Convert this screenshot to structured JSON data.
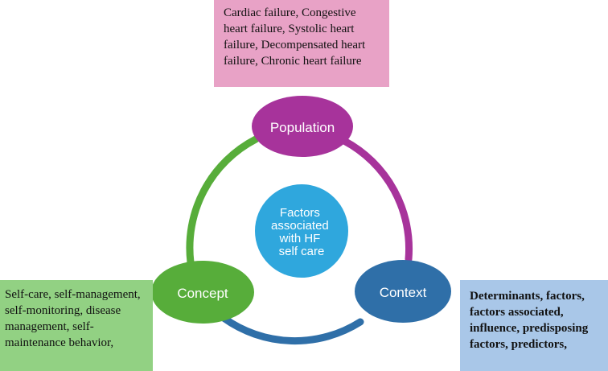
{
  "boxes": {
    "population": "Cardiac failure, Congestive heart failure, Systolic heart failure, Decompensated heart failure, Chronic heart failure",
    "concept": "Self-care, self-management, self-monitoring, disease management, self-maintenance behavior,",
    "context": "Determinants, factors, factors associated, influence, predisposing factors, predictors,"
  },
  "nodes": {
    "population": "Population",
    "concept": "Concept",
    "context": "Context",
    "center": [
      "Factors",
      "associated",
      "with HF",
      "self care"
    ]
  },
  "colors": {
    "population": "#a7339b",
    "concept": "#57ad3a",
    "context": "#2f6fa8",
    "center": "#2fa7dd",
    "population_box": "#e8a2c6",
    "concept_box": "#92d183",
    "context_box": "#a9c7e8"
  }
}
